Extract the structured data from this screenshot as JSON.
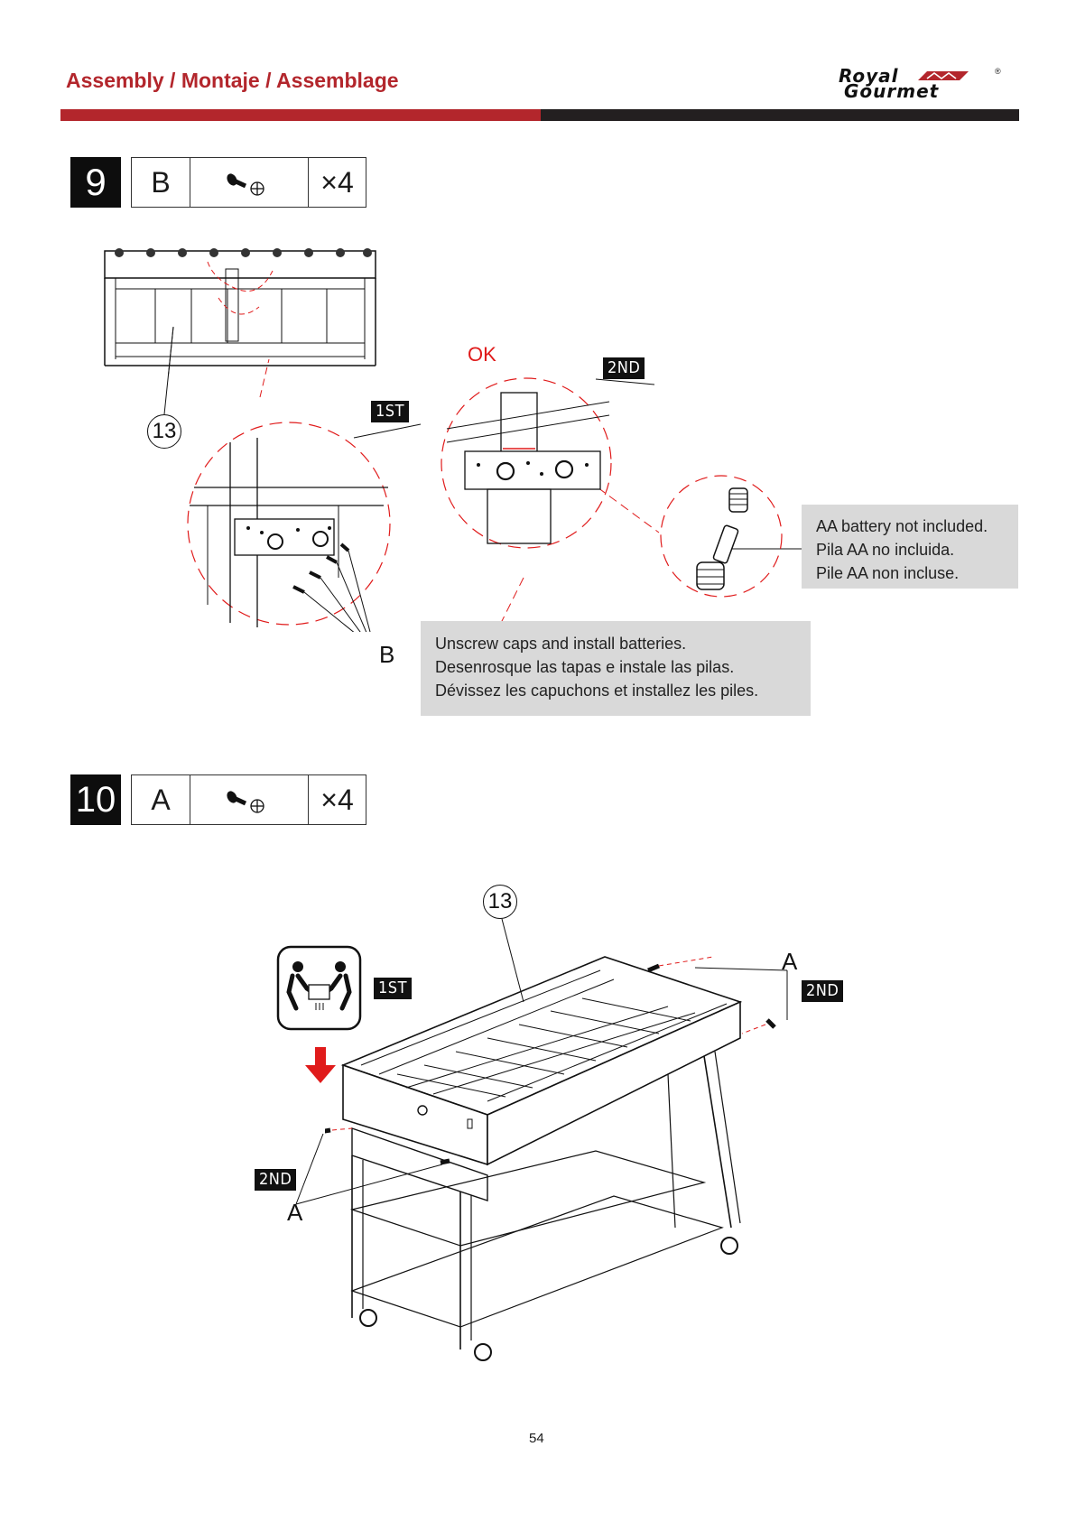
{
  "header": {
    "title": "Assembly / Montaje / Assemblage",
    "logo_line1": "Royal",
    "logo_line2": "Gourmet",
    "logo_mark": "®"
  },
  "colors": {
    "brand_red": "#b3262c",
    "dark_bar": "#231f20",
    "callout_gray": "#d9d9d9",
    "accent_red": "#e01b1b"
  },
  "step9": {
    "number": "9",
    "part": "B",
    "hardware_icon": "screw-icon",
    "quantity": "×4",
    "part_ref": "13",
    "label_1st": "1ST",
    "label_2nd": "2ND",
    "label_ok": "OK",
    "label_b": "B",
    "battery_note": [
      "AA battery not included.",
      "Pila AA no incluida.",
      "Pile AA non incluse."
    ],
    "caps_note": [
      "Unscrew caps and install batteries.",
      "Desenrosque las tapas e instale las pilas.",
      "Dévissez les capuchons et installez les piles."
    ]
  },
  "step10": {
    "number": "10",
    "part": "A",
    "hardware_icon": "screw-icon",
    "quantity": "×4",
    "part_ref": "13",
    "label_1st": "1ST",
    "label_2nd_right": "2ND",
    "label_2nd_left": "2ND",
    "label_a_right": "A",
    "label_a_left": "A",
    "lift_icon": "two-person-lift-icon"
  },
  "footer": {
    "page_number": "54"
  }
}
